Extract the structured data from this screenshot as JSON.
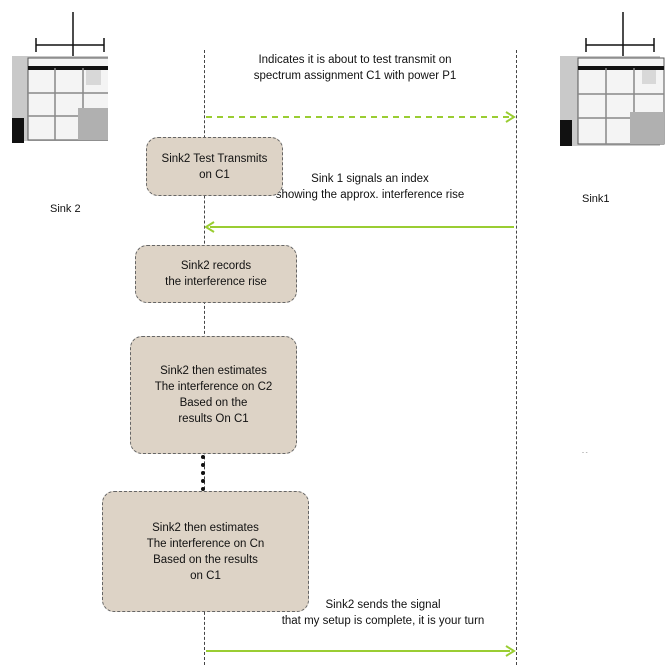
{
  "colors": {
    "arrow": "#9acd32",
    "box_fill": "#ddd3c6"
  },
  "nodes": {
    "sink2": {
      "label": "Sink 2",
      "icon": "building-antenna-icon"
    },
    "sink1": {
      "label": "Sink1",
      "icon": "building-antenna-icon"
    }
  },
  "messages": {
    "m1": {
      "text": "Indicates it is about to test transmit on\nspectrum assignment C1 with power P1",
      "direction": "sink2-to-sink1",
      "style": "dashed"
    },
    "m2": {
      "text": "Sink 1 signals an index\nshowing the approx. interference rise",
      "direction": "sink1-to-sink2",
      "style": "solid"
    },
    "m3": {
      "text": "Sink2 sends the signal\nthat my setup is complete, it is your turn",
      "direction": "sink2-to-sink1",
      "style": "solid"
    }
  },
  "steps": [
    {
      "text": "Sink2 Test Transmits\non C1"
    },
    {
      "text": "Sink2 records\nthe interference rise"
    },
    {
      "text": "Sink2  then estimates\nThe interference on C2\nBased on the\nresults On C1"
    },
    {
      "text": "Sink2 then estimates\nThe interference on Cn\nBased on the results\non C1"
    }
  ],
  "ellipsis_dots": 5,
  "stray_mark": "- -"
}
